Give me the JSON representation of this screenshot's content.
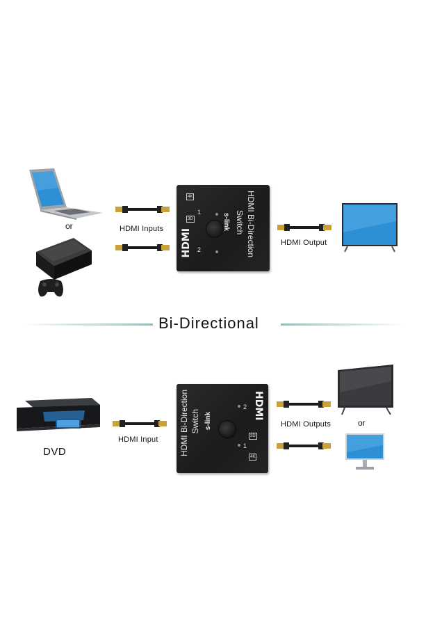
{
  "title": "Bi-Directional",
  "colors": {
    "divider": "#7fc6c0",
    "device_body": "#1f1f21",
    "screen_blue": "#2d8fd4",
    "cable": "#1a1a1a",
    "connector": "#c9a23a"
  },
  "top": {
    "sources_or": "or",
    "inputs_label": "HDMI Inputs",
    "output_label": "HDMI Output",
    "switch": {
      "text_line1": "HDMI Bi-Direction",
      "text_line2": "Switch",
      "brand": "s-link",
      "logo": "HDMI",
      "port1": "1",
      "port2": "2",
      "badge_4k": "4K",
      "badge_3d": "3D"
    },
    "icons": [
      "laptop-icon",
      "game-console-icon",
      "gamepad-icon",
      "tv-monitor-icon",
      "hdmi-cable-icon",
      "hdmi-switch-icon"
    ]
  },
  "bottom": {
    "source_label": "DVD",
    "input_label": "HDMI Input",
    "outputs_label": "HDMI Outputs",
    "outputs_or": "or",
    "switch": {
      "text_line1": "HDMI Bi-Direction",
      "text_line2": "Switch",
      "brand": "s-link",
      "logo": "HDMI",
      "port1": "1",
      "port2": "2",
      "badge_4k": "4K",
      "badge_3d": "3D"
    },
    "icons": [
      "dvd-player-icon",
      "tv-icon",
      "desktop-monitor-icon",
      "hdmi-cable-icon",
      "hdmi-switch-icon"
    ]
  }
}
